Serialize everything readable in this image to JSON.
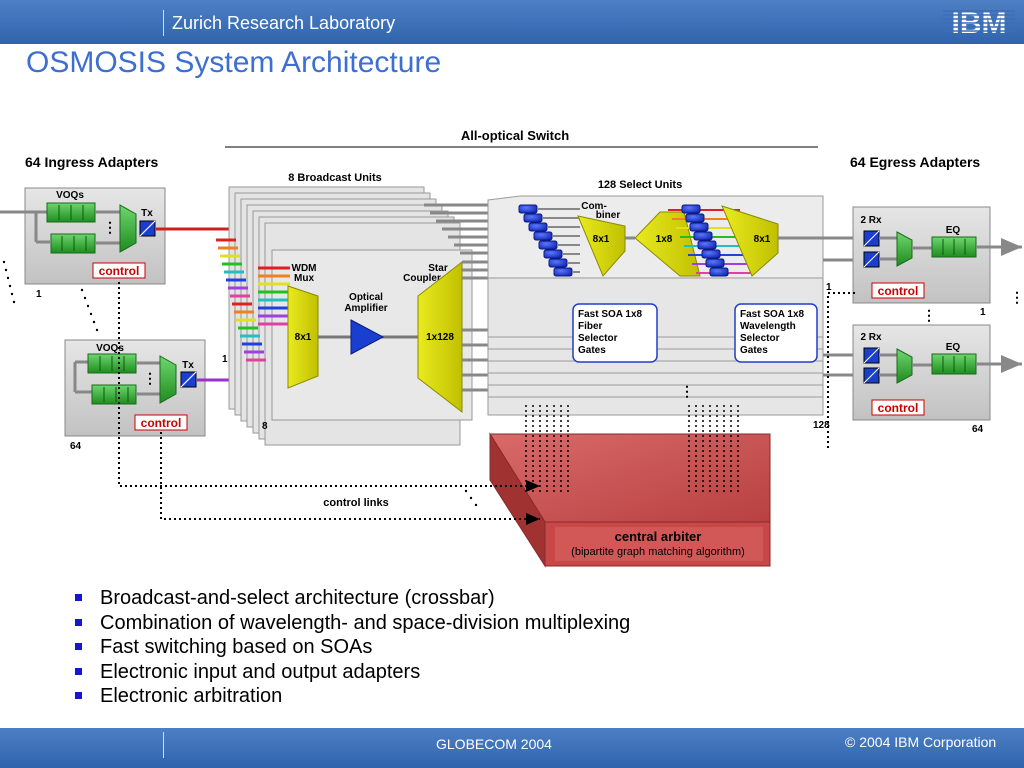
{
  "header": {
    "lab_name": "Zurich Research Laboratory",
    "logo_text": "IBM"
  },
  "title": "OSMOSIS System Architecture",
  "diagram": {
    "switch_label": "All-optical Switch",
    "ingress_label": "64 Ingress Adapters",
    "egress_label": "64 Egress Adapters",
    "broadcast_units_label": "8 Broadcast Units",
    "select_units_label": "128 Select Units",
    "ingress": {
      "voqs": "VOQs",
      "tx": "Tx",
      "control": "control",
      "first_index": "1",
      "last_index": "64"
    },
    "broadcast": {
      "wdm_mux_line1": "WDM",
      "wdm_mux_line2": "Mux",
      "mux_ratio": "8x1",
      "amp_line1": "Optical",
      "amp_line2": "Amplifier",
      "coupler_line1": "Star",
      "coupler_line2": "Coupler",
      "coupler_ratio": "1x128",
      "first_index": "1",
      "last_index": "8"
    },
    "select": {
      "combiner_line1": "Com-",
      "combiner_line2": "biner",
      "left_ratio": "8x1",
      "mid_ratio": "1x8",
      "right_ratio": "8x1",
      "fiber_gate": [
        "Fast SOA 1x8",
        "Fiber",
        "Selector",
        "Gates"
      ],
      "wavelength_gate": [
        "Fast SOA 1x8",
        "Wavelength",
        "Selector",
        "Gates"
      ],
      "first_index": "1",
      "last_index": "128"
    },
    "egress": {
      "rx": "2 Rx",
      "eq": "EQ",
      "control": "control",
      "first_index": "1",
      "last_index": "64"
    },
    "control_links_label": "control links",
    "arbiter": {
      "title": "central arbiter",
      "subtitle": "(bipartite graph matching algorithm)"
    },
    "colors": {
      "voq_green": "#2fa52f",
      "tx_blue": "#1a3fd0",
      "mux_yellow": "#d8d800",
      "arbiter_red": "#c84848",
      "control_red": "#cc0000",
      "gate_border": "#1f3fc8"
    }
  },
  "bullets": [
    "Broadcast-and-select architecture (crossbar)",
    "Combination of wavelength- and space-division multiplexing",
    "Fast switching based on SOAs",
    "Electronic input and output adapters",
    "Electronic arbitration"
  ],
  "footer": {
    "event": "GLOBECOM 2004",
    "copyright": "© 2004 IBM Corporation"
  }
}
